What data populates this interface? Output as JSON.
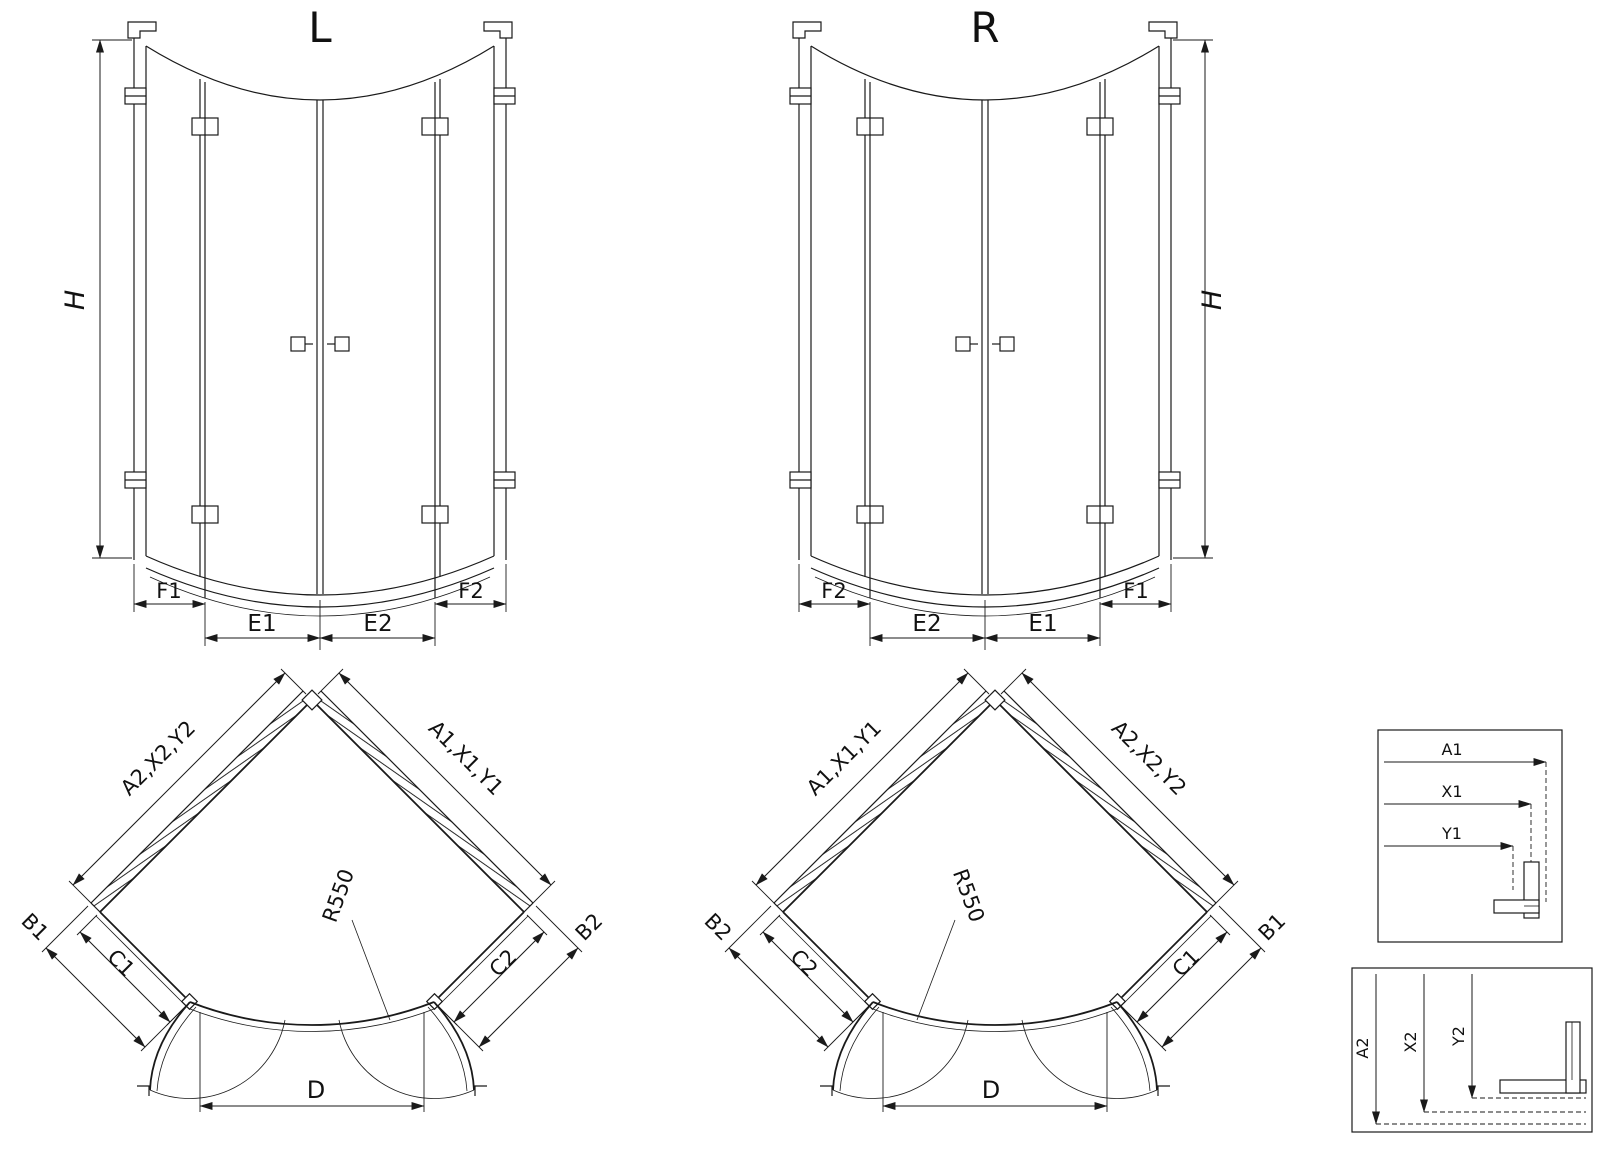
{
  "elevation_left": {
    "title": "L",
    "height": "H",
    "dims": {
      "f1": "F1",
      "e1": "E1",
      "e2": "E2",
      "f2": "F2"
    }
  },
  "elevation_right": {
    "title": "R",
    "height": "H",
    "dims": {
      "f2": "F2",
      "e2": "E2",
      "e1": "E1",
      "f1": "F1"
    }
  },
  "plan_left": {
    "upper_left": "A2,X2,Y2",
    "upper_right": "A1,X1,Y1",
    "outer_left": "B1",
    "inner_left": "C1",
    "inner_right": "C2",
    "outer_right": "B2",
    "radius": "R550",
    "door_width": "D"
  },
  "plan_right": {
    "upper_left": "A1,X1,Y1",
    "upper_right": "A2,X2,Y2",
    "outer_left": "B2",
    "inner_left": "C2",
    "inner_right": "C1",
    "outer_right": "B1",
    "radius": "R550",
    "door_width": "D"
  },
  "detail_top": {
    "dim1": "A1",
    "dim2": "X1",
    "dim3": "Y1"
  },
  "detail_bottom": {
    "dim1": "A2",
    "dim2": "X2",
    "dim3": "Y2"
  },
  "colors": {
    "line": "#1a1a1a",
    "text": "#111111",
    "background": "#ffffff"
  }
}
